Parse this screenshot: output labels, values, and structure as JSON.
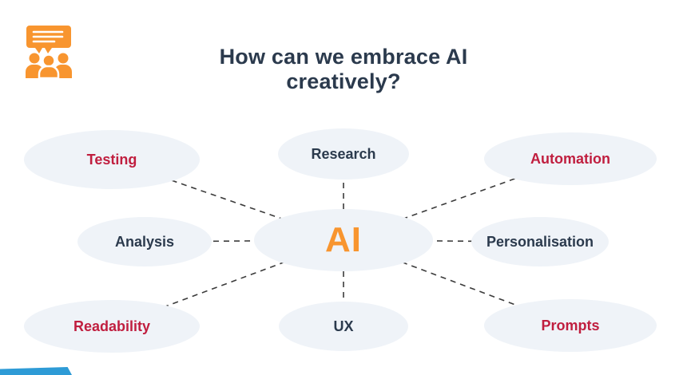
{
  "header": {
    "title_line1": "How can we embrace AI",
    "title_line2": "creatively?",
    "icon": "audience-discussion-icon"
  },
  "colors": {
    "navy_text": "#2b3a4d",
    "orange_accent": "#f8952f",
    "red_accent": "#c01e3f",
    "ellipse_fill": "#eff3f8",
    "connector_line": "#3b3b3b",
    "ribbon_blue": "#2e9bd6"
  },
  "diagram": {
    "type": "mind-map",
    "center": {
      "id": "ai",
      "label": "AI",
      "color": "orange"
    },
    "nodes": [
      {
        "id": "testing",
        "label": "Testing",
        "color": "red",
        "position": "top-left"
      },
      {
        "id": "research",
        "label": "Research",
        "color": "navy",
        "position": "top"
      },
      {
        "id": "automation",
        "label": "Automation",
        "color": "red",
        "position": "top-right"
      },
      {
        "id": "analysis",
        "label": "Analysis",
        "color": "navy",
        "position": "left"
      },
      {
        "id": "personalisation",
        "label": "Personalisation",
        "color": "navy",
        "position": "right"
      },
      {
        "id": "readability",
        "label": "Readability",
        "color": "red",
        "position": "bottom-left"
      },
      {
        "id": "ux",
        "label": "UX",
        "color": "navy",
        "position": "bottom"
      },
      {
        "id": "prompts",
        "label": "Prompts",
        "color": "red",
        "position": "bottom-right"
      }
    ],
    "connector_style": "dashed"
  }
}
